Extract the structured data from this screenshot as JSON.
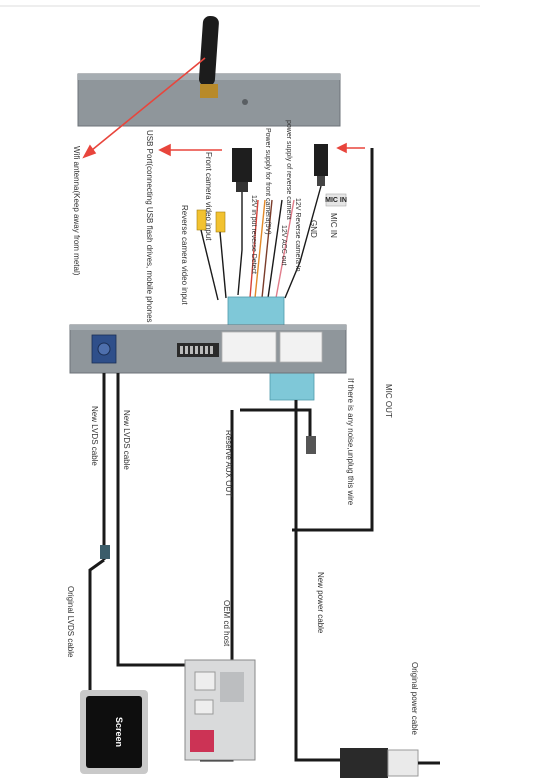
{
  "labels": {
    "wifi_antenna": "Wifi antenna(Keep away from metal)",
    "usb_port": "USB Port(connecting USB flash drives, mobile phones",
    "front_camera_video": "Front camera video input",
    "reverse_camera_video": "Reverse camera video input",
    "power_supply_front": "Power supply for front camera(5V)",
    "power_supply_reverse": "power supply of reverse camera",
    "reverse_detect": "12V in put reverse Detect",
    "reverse_camera_12v": "12V Reverse camera In",
    "acc_out": "12V ACC out",
    "gnd": "GND",
    "mic_in": "MIC IN",
    "mic_in_connector": "MIC IN",
    "mic_out": "MIC OUT",
    "noise_note": "If there is any noise,unplug this wire",
    "reserve_aux": "Reserve AUX OUT",
    "new_lvds_1": "New LVDS cable",
    "new_lvds_2": "New LVDS cable",
    "original_lvds": "Original LVDS cable",
    "oem_host": "OEM cd host",
    "new_power": "New power cable",
    "original_power": "Original power cable",
    "screen": "Screen"
  },
  "colors": {
    "module_body": "#8f969b",
    "connector_blue": "#7fc8d8",
    "arrow_red": "#e8453c",
    "cable": "#1a1a1a",
    "lvds_blue": "#2f4f8a"
  }
}
